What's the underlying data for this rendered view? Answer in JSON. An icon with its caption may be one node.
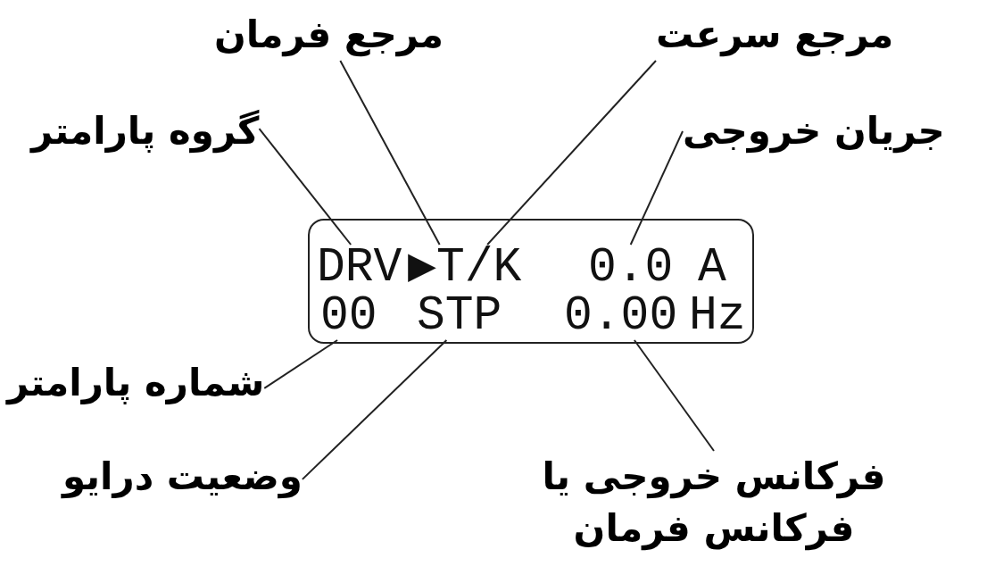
{
  "diagram": {
    "nodes": [
      {
        "text": [],
        "shape": "box"
      },
      {
        "text": [
          "DRV"
        ],
        "in": 0
      },
      {
        "text": [
          "▶T/K"
        ],
        "in": 0
      },
      {
        "text": [
          "0.0"
        ],
        "in": 0
      },
      {
        "text": [
          "00"
        ],
        "in": 0
      },
      {
        "text": [
          "STP"
        ],
        "in": 0
      },
      {
        "text": [
          "0.00"
        ],
        "in": 0
      },
      {
        "text": [
          "مرجع فرمان"
        ]
      },
      {
        "text": [
          "مرجع سرعت"
        ]
      },
      {
        "text": [
          "گروه پارامتر"
        ]
      },
      {
        "text": [
          "جریان خروجی"
        ]
      },
      {
        "text": [
          "شماره پارامتر"
        ]
      },
      {
        "text": [
          "وضعیت درایو"
        ]
      },
      {
        "text": [
          "فرکانس خروجی یا فرکانس فرمان"
        ]
      }
    ],
    "edges": [
      {
        "from": 9,
        "to": 1,
        "arrow": "none"
      },
      {
        "from": 7,
        "to": 2,
        "arrow": "none"
      },
      {
        "from": 8,
        "to": 2,
        "arrow": "none"
      },
      {
        "from": 10,
        "to": 3,
        "arrow": "none"
      },
      {
        "from": 11,
        "to": 4,
        "arrow": "none"
      },
      {
        "from": 12,
        "to": 5,
        "arrow": "none"
      },
      {
        "from": 13,
        "to": 6,
        "arrow": "none"
      }
    ],
    "labels": [
      "A",
      "Hz"
    ]
  }
}
